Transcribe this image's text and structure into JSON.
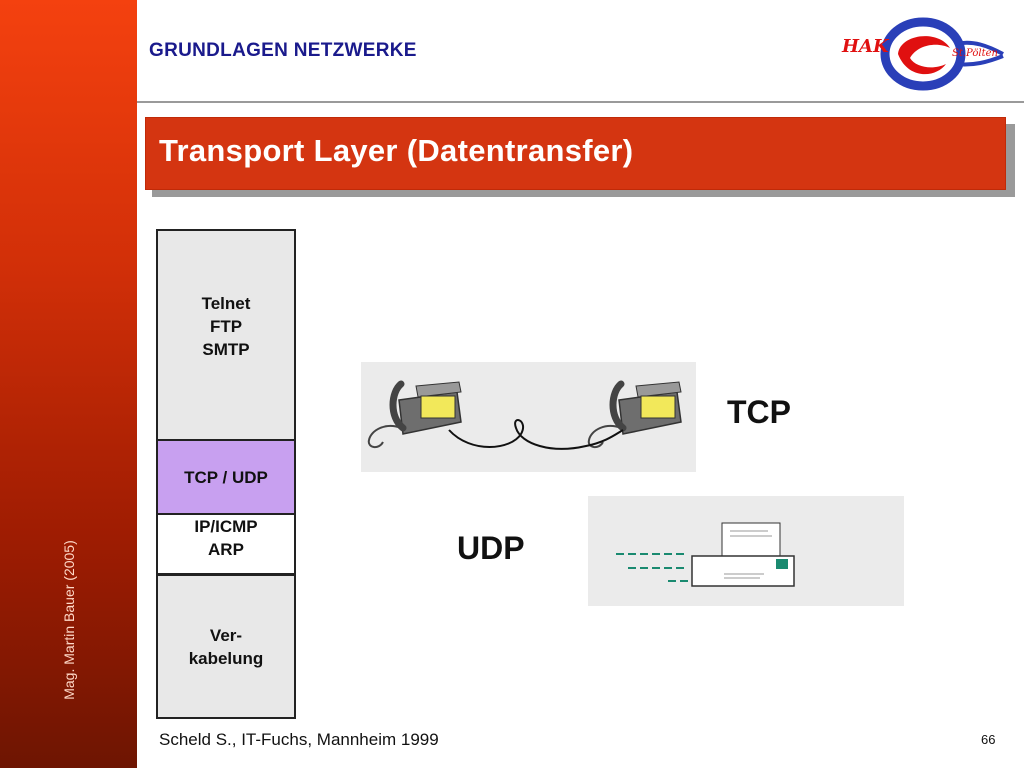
{
  "header": {
    "title": "GRUNDLAGEN NETZWERKE"
  },
  "logo": {
    "text_left": "HAK",
    "text_right": "St.Pölten"
  },
  "slide": {
    "title": "Transport Layer (Datentransfer)"
  },
  "sidebar": {
    "author": "Mag. Martin Bauer (2005)"
  },
  "stack": {
    "app": [
      "Telnet",
      "FTP",
      "SMTP"
    ],
    "transport": "TCP / UDP",
    "network": [
      "IP/ICMP",
      "ARP"
    ],
    "physical": [
      "Ver-",
      "kabelung"
    ]
  },
  "labels": {
    "tcp": "TCP",
    "udp": "UDP"
  },
  "footer": {
    "source": "Scheld S., IT-Fuchs, Mannheim 1999",
    "page": "66"
  },
  "colors": {
    "sidebar": "#d12f08",
    "title_bar": "#d43511",
    "header_text": "#1a1a8c",
    "transport_layer": "#c8a0f0"
  }
}
